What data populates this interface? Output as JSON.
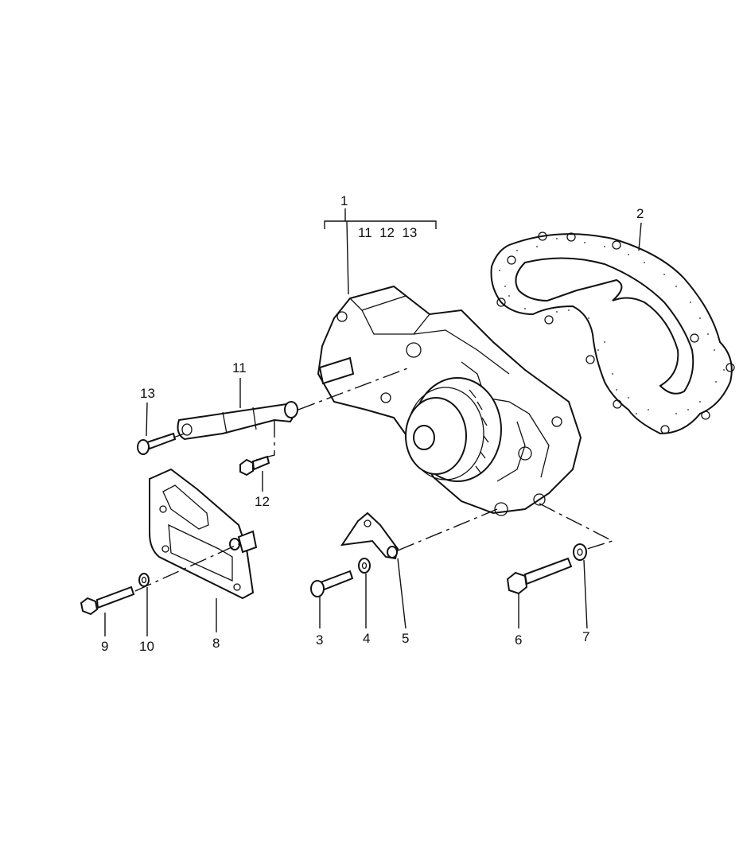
{
  "diagram": {
    "callouts": {
      "p1": "1",
      "p1_sub": "11  12  13",
      "p2": "2",
      "p3": "3",
      "p4": "4",
      "p5": "5",
      "p6": "6",
      "p7": "7",
      "p8": "8",
      "p9": "9",
      "p10": "10",
      "p11": "11",
      "p12": "12",
      "p13": "13"
    },
    "colors": {
      "ink": "#111111",
      "paper": "#ffffff",
      "gasket_speckle": "#555555"
    }
  }
}
